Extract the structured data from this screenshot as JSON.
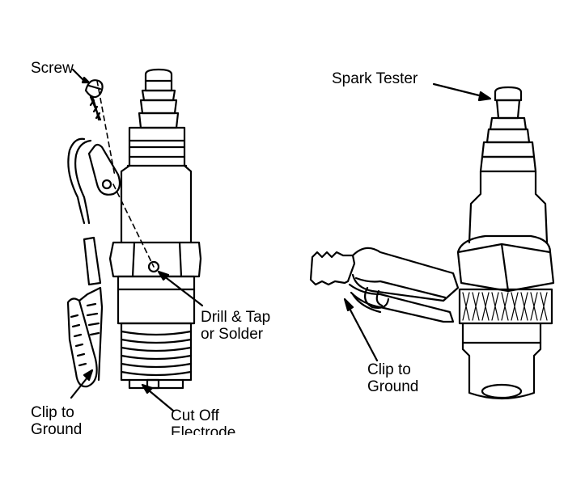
{
  "labels": {
    "screw": "Screw",
    "drill_line1": "Drill & Tap",
    "drill_line2": "or Solder",
    "clip_left_line1": "Clip to",
    "clip_left_line2": "Ground",
    "cutoff_line1": "Cut Off",
    "cutoff_line2": "Electrode",
    "spark_tester": "Spark Tester",
    "clip_right_line1": "Clip to",
    "clip_right_line2": "Ground"
  },
  "colors": {
    "ink": "#000000",
    "paper": "#ffffff"
  }
}
